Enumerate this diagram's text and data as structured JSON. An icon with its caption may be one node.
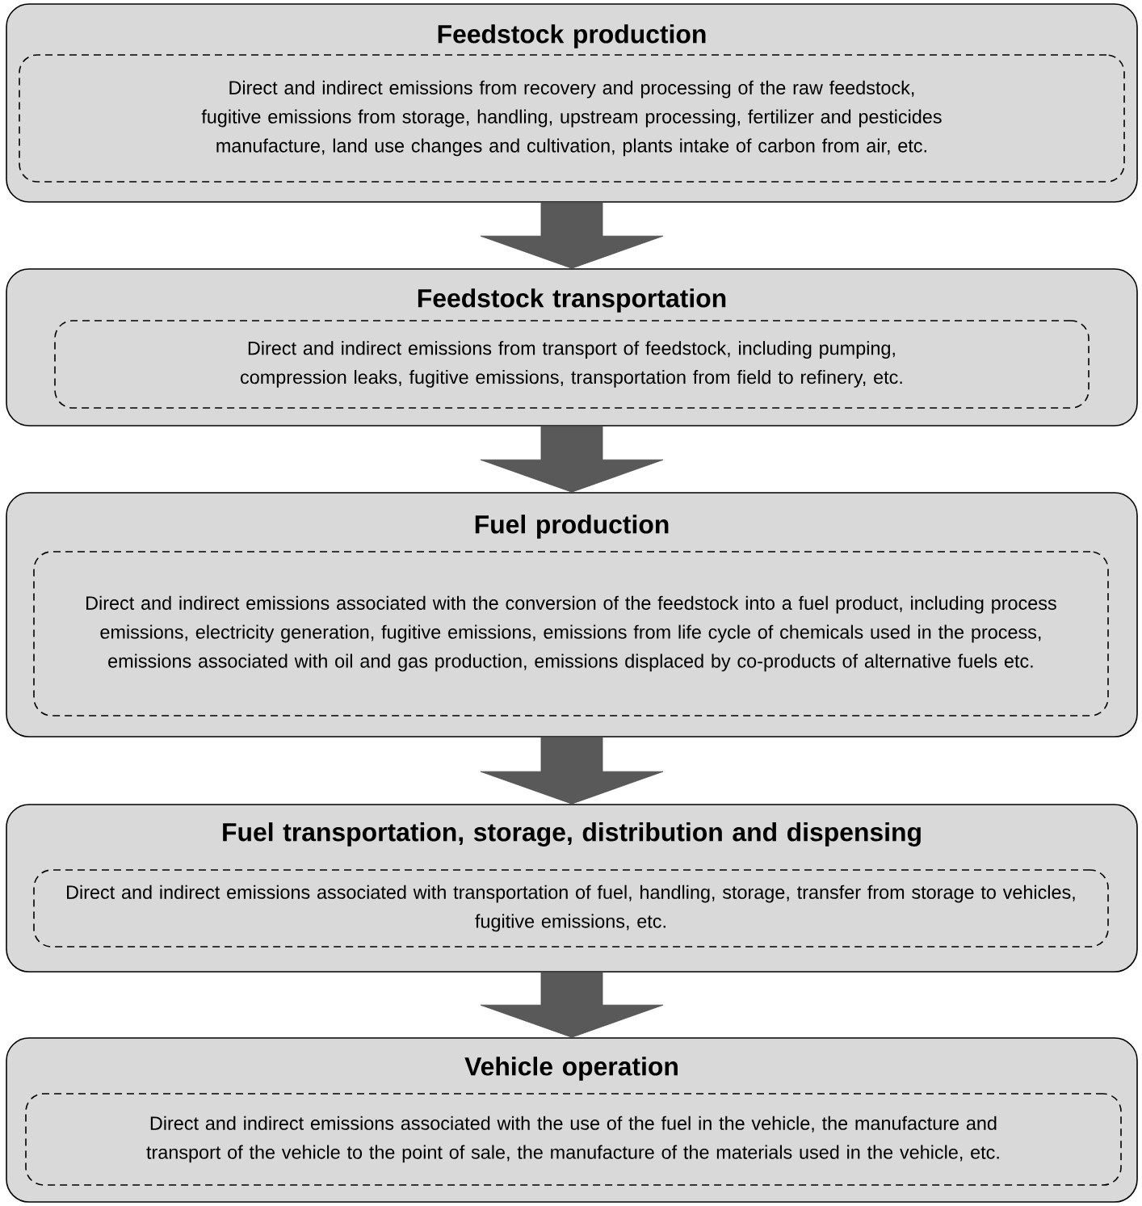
{
  "diagram": {
    "nodes": [
      {
        "text": [
          "Feedstock production"
        ]
      },
      {
        "text": [
          "Direct and indirect emissions from recovery and processing of the raw feedstock, fugitive emissions from storage, handling, upstream processing, fertilizer and pesticides manufacture, land use changes and cultivation, plants intake of carbon from air, etc."
        ],
        "in": 0
      },
      {
        "text": [
          "Feedstock transportation"
        ]
      },
      {
        "text": [
          "Direct and indirect emissions from transport of feedstock, including pumping, compression leaks, fugitive emissions, transportation from field to refinery, etc."
        ],
        "in": 2
      },
      {
        "text": [
          "Fuel production"
        ]
      },
      {
        "text": [
          "Direct and indirect emissions associated with the conversion of the feedstock into a fuel product, including process emissions, electricity generation, fugitive emissions, emissions from life cycle of chemicals used in the process, emissions associated with oil and gas production, emissions displaced by co-products of alternative fuels etc."
        ],
        "in": 4
      },
      {
        "text": [
          "Fuel transportation, storage, distribution and dispensing"
        ]
      },
      {
        "text": [
          "Direct and indirect emissions associated with transportation of fuel, handling, storage, transfer from storage to vehicles, fugitive emissions, etc."
        ],
        "in": 6
      },
      {
        "text": [
          "Vehicle operation"
        ]
      },
      {
        "text": [
          "Direct and indirect emissions associated with the use of the fuel in the vehicle, the manufacture and transport of the vehicle to the point of sale, the manufacture of the materials used in the vehicle, etc."
        ],
        "in": 8
      }
    ],
    "edges": [
      {
        "from": 0,
        "to": 2,
        "arrow": "to"
      },
      {
        "from": 2,
        "to": 4,
        "arrow": "to"
      },
      {
        "from": 4,
        "to": 6,
        "arrow": "to"
      },
      {
        "from": 6,
        "to": 8,
        "arrow": "to"
      }
    ]
  }
}
